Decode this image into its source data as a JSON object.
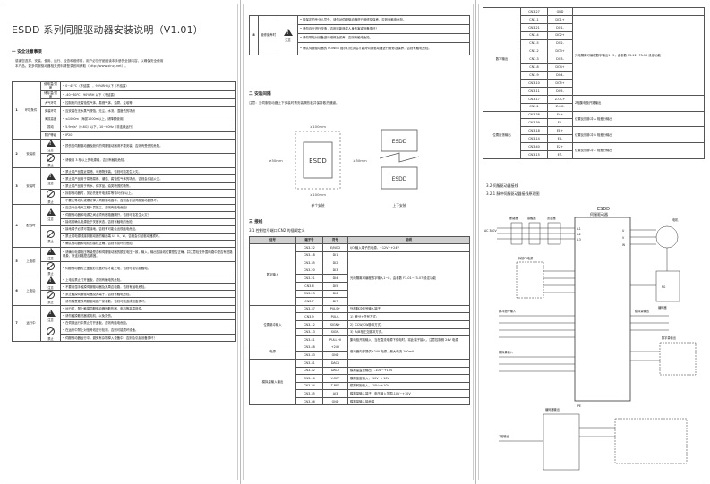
{
  "title": "ESDD 系列伺服驱动器安装说明（V1.01）",
  "sec1": {
    "heading": "一  安全注意事项",
    "intro_l1": "感谢您选择、安装、使用、运行、检查和维修前，用户必须仔细阅读本手册的全部内容，以确保安全使用",
    "intro_l2": "本产品。更多伺服驱动器相关资料请登录官网获取（http://www.xinzj.net）。",
    "icon_notice": "注意",
    "icon_prohibit": "禁止",
    "rows": [
      {
        "no": "1",
        "cat": "环境条件",
        "items": [
          {
            "k": "使用温/湿度",
            "v": "0~45℃（不结露），90%RH 以下（不结露）"
          },
          {
            "k": "储存温/湿度",
            "v": "-40~80℃，90%RH 以下（不结露）"
          },
          {
            "k": "大气环境",
            "v": "控制柜内无腐蚀性气体、易燃气体、油雾、尘埃等"
          },
          {
            "k": "安装环境",
            "v": "应安装在无水蒸气侵蚀、无尘、水流、湿度低的场所"
          },
          {
            "k": "海拔高度",
            "v": "≤1000m（海拔1000m以上，请降额使用）"
          },
          {
            "k": "振动",
            "v": "5.9m/s²（0.6G）以下，10~60Hz（非连续运行）"
          },
          {
            "k": "防护等级",
            "v": "IP20"
          }
        ]
      },
      {
        "no": "2",
        "cat": "安装前",
        "notes": [
          "损伤的伺服驱动器及缺件的伺服驱动器请不要安装，否则有受伤的危险。",
          "请使用 3 相以上的电源线，否则有触电危险。"
        ]
      },
      {
        "no": "3",
        "cat": "安装时",
        "notes": [
          "禁止将产品靠近易燃、可燃物安装，否则可能发生火灾。",
          "禁止将产品用于易燃易爆、潮湿、腐蚀性气体的场所，否则会引起火灾。",
          "禁止将产品用于有水、化学品、油类喷溅的场所。",
          "拆卸驱动器时，务必先断开电源并等待5分钟以上。",
          "不要让导线头或螺钉掉入伺服驱动器中，否则会引起伺服驱动器损坏。"
        ]
      },
      {
        "no": "4",
        "cat": "配线时",
        "notes": [
          "应由专业电气工程人员施工，否则有触电危险！",
          "伺服驱动器和电源之间必须有断路器隔开，否则可能发生火灾！",
          "接线前确认电源处于关断状态，否则有触电的危险！",
          "接地端子必须可靠接地，否则有可能会出现触电危险。",
          "禁止将电源线接到驱动器的输出端 U、V、W，否则会引起驱动器损坏。",
          "确认驱动器和电机的接线正确，否则有损坏的危险。"
        ]
      },
      {
        "no": "5",
        "cat": "上电前",
        "notes": [
          "请确认电源电压等级是否和伺服驱动器的额定电压一致，输入、输出的接线位置是否正确，并注意检查外围电路中是否有短路现象，所连线路是否紧固。",
          "伺服驱动器的上盖板必须盖好后才能上电，否则可能引起触电。"
        ]
      },
      {
        "no": "6",
        "cat": "上电后",
        "notes": [
          "上电后禁止打开盖板，否则有触电的危险。",
          "不要用湿手触摸伺服驱动器及其周边电路，否则有触电危险。",
          "禁止触摸伺服驱动器及其端子，否则有触电危险。",
          "请勿随意更改伺服驱动器厂家参数，否则可能造成设备损坏。"
        ]
      },
      {
        "no": "7",
        "cat": "运行中",
        "notes": [
          "运行时，禁止触摸伺服驱动器的散热器、电机等高温部件。",
          "请勿触摸散热器或电机，以免烫伤。",
          "在伺服运行中禁止打开盖板，否则有触电危险。",
          "在运行中禁止对信号线进行检测，否则可能损坏设备。",
          "伺服驱动器运行中，避免有杂物掉入设备中，否则会引起设备损坏！"
        ]
      },
      {
        "no": "8",
        "cat": "维修保养时",
        "notes": [
          "除保定的专业人员外，请勿对伺服驱动器进行维修及保养，否则有触电危险。",
          "请勿自行进行改造，否则可能造成人身伤害或设备损坏！",
          "请勿带电对设备进行维修及保养，否则有触电危险。",
          "确认伺服驱动器的 POWER 指示灯熄灭后才能对伺服驱动器进行维修及保养，否则有触电危险。"
        ]
      }
    ]
  },
  "sec2": {
    "heading": "二  安装间隔",
    "note": "注意：当伺服驱动器上下安装时请安装隔热板并保持散热通道。",
    "box_label": "ESDD",
    "spacing_a": "≥100mm",
    "spacing_b": "≥50mm",
    "cap_left": "单个安装",
    "cap_right": "上下安装"
  },
  "sec3": {
    "heading": "三  接线",
    "sub": "3.1  控制信号端口 CN2 的插脚定义",
    "cols": [
      "信号",
      "端子号",
      "符号",
      "说明"
    ],
    "groups": [
      {
        "name": "数字输入",
        "rows": [
          [
            "CN3-22",
            "E/NOD",
            "I/O 输入端子的电源，+12V~+24V"
          ],
          [
            "CN3-18",
            "DI1",
            ""
          ],
          [
            "CN3-35",
            "DI2",
            ""
          ],
          [
            "CN3-20",
            "DI3",
            "光电隔离可编程数字输入1~8，由参数 F3-01~F3-07 设定功能"
          ],
          [
            "CN3-21",
            "DI4",
            ""
          ],
          [
            "CN3-6",
            "DI5",
            ""
          ],
          [
            "CN3-23",
            "DI6",
            ""
          ],
          [
            "CN3-7",
            "DI7",
            ""
          ]
        ]
      },
      {
        "name": "位置脉冲输入",
        "rows": [
          [
            "CN3-37",
            "PULS+",
            "外部脉冲信号输入端子："
          ],
          [
            "CN3-9",
            "PULS-",
            "1）差分+符号方式；"
          ],
          [
            "CN3-12",
            "SIGN+",
            "2）CCW/CW脉冲方式；"
          ],
          [
            "CN3-13",
            "SIGN-",
            "3）A/B相正交脉冲方式。"
          ],
          [
            "CN3-41",
            "PULL HI",
            "集电极开路输入，当在直流电源下供电时，将此端子接入，注意控制侧 24V 电源"
          ]
        ]
      },
      {
        "name": "电源",
        "rows": [
          [
            "CN3-48",
            "+24V",
            "驱动器内部提供+24V 电源，最大电流 100mA"
          ],
          [
            "CN3-33",
            "GND",
            ""
          ]
        ]
      },
      {
        "name": "模拟量输入输出",
        "rows": [
          [
            "CN3-31",
            "DAC1",
            ""
          ],
          [
            "CN3-32",
            "DAC2",
            "模拟量监视输出，-10V~+10V"
          ],
          [
            "CN3-16",
            "V-REF",
            "模拟速度输入，-10V~+10V"
          ],
          [
            "CN3-34",
            "T-REF",
            "模拟转矩输入，-10V~+10V"
          ],
          [
            "CN3-35",
            "AI3",
            "模拟量输入端子，电压输入范围-10V~+10V"
          ],
          [
            "CN3-36",
            "GND",
            "模拟量输入接地端"
          ]
        ]
      }
    ]
  },
  "sec3b": {
    "rows_top": [
      [
        "CN3-27",
        "GND"
      ],
      [
        "CN3-1",
        "DO1+"
      ],
      [
        "CN3-21",
        "DO1-"
      ],
      [
        "CN3-4",
        "DO2+"
      ],
      [
        "CN3-5",
        "DO2-"
      ],
      [
        "CN3-2",
        "DO3+"
      ],
      [
        "CN3-3",
        "DO3-"
      ],
      [
        "CN3-8",
        "DO4+"
      ],
      [
        "CN3-9",
        "DO4-"
      ],
      [
        "CN3-10",
        "DO5+"
      ],
      [
        "CN3-11",
        "DO5-"
      ],
      [
        "CN3-17",
        "Z-OC+"
      ],
      [
        "CN3-2",
        "Z-OC-"
      ]
    ],
    "group_do": "数字输出",
    "desc_do": "光电隔离可编程数字输出1~5，由参数 F3-12~F3-15 设定功能",
    "desc_z": "Z相集电极开路输出",
    "rows_pos": [
      [
        "CN3-38",
        "EA+"
      ],
      [
        "CN3-39",
        "EA-"
      ],
      [
        "CN3-18",
        "EB+"
      ],
      [
        "CN3-14",
        "EB-"
      ],
      [
        "CN3-40",
        "EZ+"
      ],
      [
        "CN3-15",
        "EZ-"
      ]
    ],
    "group_pos": "位置反馈输出",
    "desc_a": "位置反馈脉冲 A 相差分输出",
    "desc_b": "位置反馈脉冲 B 相差分输出",
    "desc_z2": "位置反馈脉冲 Z 相差分输出",
    "sub1": "3.2  伺服驱动器接线",
    "sub2": "3.2.1  脉冲伺服驱动器接线原理图"
  },
  "wiring": {
    "title1": "ESDD",
    "title2": "伺服驱动器",
    "motor": "电机",
    "breaker": "断路器",
    "contactor": "接触器",
    "filter": "滤波器",
    "ac_label": "AC 380V",
    "encoder": "编码器",
    "pg": "PG",
    "pulse_cmd": "脉冲指令输入",
    "do_out": "数字量输出",
    "ana_in": "模拟量输入",
    "ana_out": "模拟量输出",
    "enc_out": "编码器输出",
    "pe": "PE",
    "note_ext": "外接DI电源",
    "z_out": "Z相输出",
    "terms_l": [
      "L1",
      "L2",
      "L3"
    ],
    "terms_m": [
      "U",
      "V",
      "W"
    ]
  }
}
